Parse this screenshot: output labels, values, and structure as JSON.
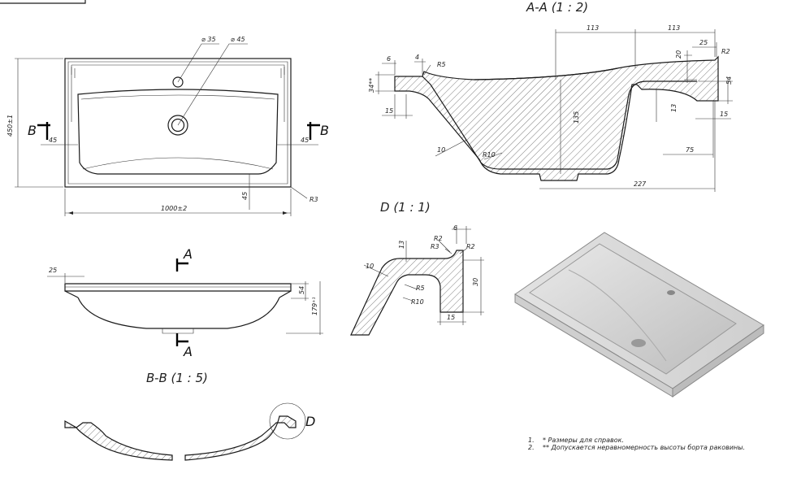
{
  "titles": {
    "section_aa": "A-A (1 : 2)",
    "section_bb": "B-B (1 : 5)",
    "detail_d": "D (1 : 1)",
    "detail_callout": "D"
  },
  "section_markers": {
    "b_left": "B",
    "b_right": "B",
    "a_top": "A",
    "a_bottom": "A"
  },
  "top_view_dims": {
    "d35": "⌀ 35",
    "d45": "⌀ 45",
    "height": "450±1",
    "left_margin": "45",
    "right_margin": "45",
    "bottom_margin": "45",
    "width": "1000±2",
    "radius": "R3"
  },
  "side_view_dims": {
    "rim": "25",
    "thickness": "54",
    "depth": "179⁺¹"
  },
  "section_aa_dims": {
    "top_left": "113",
    "top_right": "113",
    "rim_width": "25",
    "r2": "R2",
    "d6": "6",
    "d4": "4",
    "r5": "R5",
    "d34": "34**",
    "d20": "20",
    "d54": "54",
    "d15_left": "15",
    "d135": "135",
    "d13": "13",
    "d15_right": "15",
    "d10": "10",
    "r10": "R10",
    "d75": "75",
    "d227": "227"
  },
  "detail_d_dims": {
    "d6": "6",
    "r2_top": "R2",
    "r3": "R3",
    "r2_right": "R2",
    "d13": "13",
    "d10": "10",
    "r5": "R5",
    "r10": "R10",
    "d30": "30",
    "d15": "15"
  },
  "notes": [
    {
      "num": "1.",
      "text": "* Размеры для справок."
    },
    {
      "num": "2.",
      "text": "** Допускается неравномерность высоты борта раковины."
    }
  ]
}
